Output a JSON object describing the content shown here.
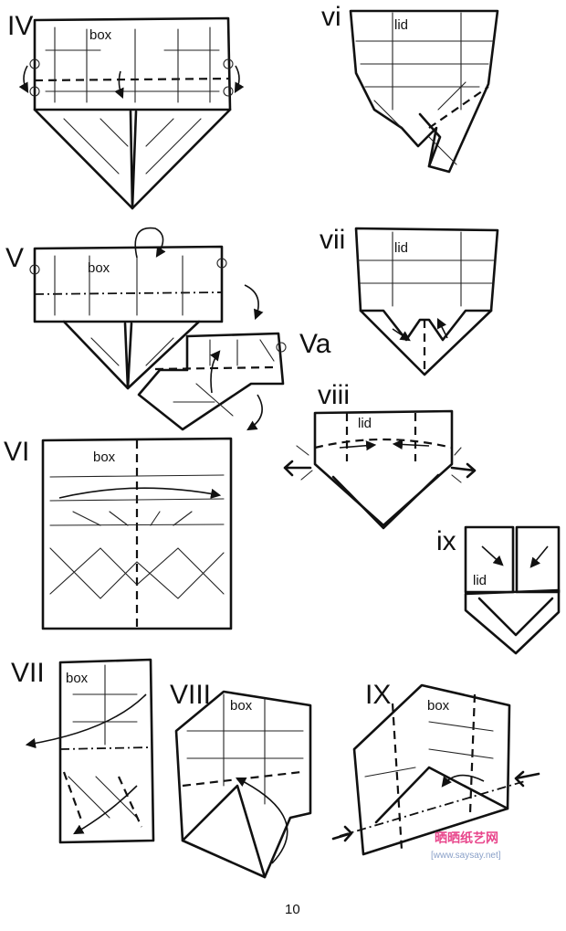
{
  "page": {
    "page_number": "10"
  },
  "steps": [
    {
      "id": "IV",
      "label": "IV",
      "inner": "box"
    },
    {
      "id": "vi",
      "label": "vi",
      "inner": "lid"
    },
    {
      "id": "V",
      "label": "V",
      "inner": "box"
    },
    {
      "id": "Va",
      "label": "Va",
      "inner": ""
    },
    {
      "id": "vii",
      "label": "vii",
      "inner": "lid"
    },
    {
      "id": "viii",
      "label": "viii",
      "inner": "lid"
    },
    {
      "id": "VI",
      "label": "VI",
      "inner": "box"
    },
    {
      "id": "ix",
      "label": "ix",
      "inner": "lid"
    },
    {
      "id": "VII",
      "label": "VII",
      "inner": "box"
    },
    {
      "id": "VIII",
      "label": "VIII",
      "inner": "box"
    },
    {
      "id": "IX",
      "label": "IX",
      "inner": "box"
    }
  ],
  "watermark": {
    "site_name_cn": "晒晒纸艺网",
    "url": "[www.saysay.net]",
    "colors": [
      "#e8458b",
      "#3e63c6"
    ]
  }
}
